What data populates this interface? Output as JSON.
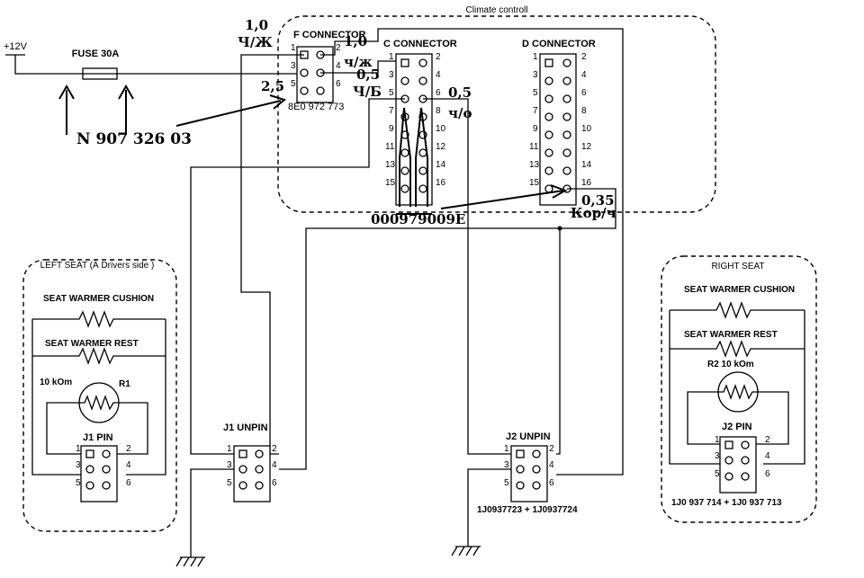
{
  "diagram": {
    "supply_label": "+12V",
    "fuse_label": "FUSE  30A",
    "fuse_part": "N 907 326 03",
    "climate_label": "Climate controll",
    "f_connector": {
      "title": "F CONNECTOR",
      "part": "8E0 972 773",
      "pins": [
        "1",
        "2",
        "3",
        "4",
        "5",
        "6"
      ]
    },
    "c_connector": {
      "title": "C CONNECTOR",
      "part": "000979009E",
      "pins": [
        "1",
        "2",
        "3",
        "4",
        "5",
        "6",
        "7",
        "8",
        "9",
        "10",
        "11",
        "12",
        "13",
        "14",
        "15",
        "16"
      ]
    },
    "d_connector": {
      "title": "D CONNECTOR",
      "pins": [
        "1",
        "2",
        "3",
        "4",
        "5",
        "6",
        "7",
        "8",
        "9",
        "10",
        "11",
        "12",
        "13",
        "14",
        "15",
        "16"
      ]
    },
    "wire_annotations": {
      "f1": "1,0",
      "f1_color": "Ч/Ж",
      "f2": "1,0",
      "f2_color": "ч/ж",
      "f3": "2,5",
      "c5": "0,5",
      "c5_color": "Ч/Б",
      "c6": "0,5",
      "c6_color": "ч/о",
      "d15": "0,35",
      "d15_color": "Кор/ч"
    },
    "left_seat": {
      "title": "LEFT SEAT (À Drivers side )",
      "cushion": "SEAT WARMER CUSHION",
      "rest": "SEAT WARMER REST",
      "r_value": "10 kOm",
      "r_name": "R1",
      "pin_title": "J1 PIN",
      "pins": [
        "1",
        "2",
        "3",
        "4",
        "5",
        "6"
      ]
    },
    "right_seat": {
      "title": "RIGHT SEAT",
      "cushion": "SEAT WARMER CUSHION",
      "rest": "SEAT WARMER REST",
      "r_value": "R2  10 kOm",
      "pin_title": "J2 PIN",
      "part": "1J0 937 714 + 1J0 937 713",
      "pins": [
        "1",
        "2",
        "3",
        "4",
        "5",
        "6"
      ]
    },
    "j1_unpin": {
      "title": "J1 UNPIN",
      "pins": [
        "1",
        "2",
        "3",
        "4",
        "5",
        "6"
      ]
    },
    "j2_unpin": {
      "title": "J2 UNPIN",
      "part": "1J0937723 + 1J0937724",
      "pins": [
        "1",
        "2",
        "3",
        "4",
        "5",
        "6"
      ]
    }
  }
}
